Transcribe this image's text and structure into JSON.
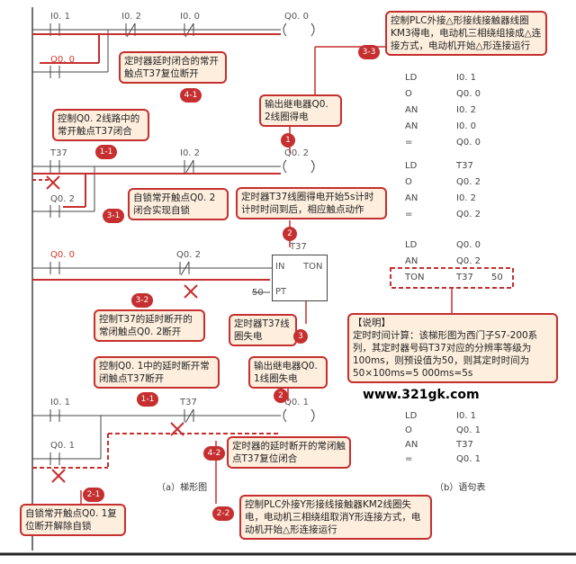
{
  "rung1": {
    "contact1": "I0. 1",
    "contact2": "I0. 2",
    "contact3": "I0. 0",
    "coil": "Q0. 0",
    "parallel": "Q0. 0"
  },
  "rung2": {
    "contact1": "T37",
    "contact2": "I0. 2",
    "coil": "Q0. 2",
    "parallel": "Q0. 2"
  },
  "rung3": {
    "contact1": "Q0. 0",
    "contact2": "Q0. 2",
    "timer": "T37",
    "timer_in": "IN",
    "timer_ton": "TON",
    "timer_pt": "PT",
    "preset": "50-"
  },
  "rung4": {
    "contact1": "I0. 1",
    "contact2": "T37",
    "coil": "Q0. 1",
    "parallel": "Q0. 1"
  },
  "stl": {
    "block1": [
      [
        "LD",
        "I0. 1"
      ],
      [
        "O",
        "Q0. 0"
      ],
      [
        "AN",
        "I0. 2"
      ],
      [
        "AN",
        "I0. 0"
      ],
      [
        "=",
        "Q0. 0"
      ]
    ],
    "block2": [
      [
        "LD",
        "T37"
      ],
      [
        "O",
        "Q0. 2"
      ],
      [
        "AN",
        "I0. 2"
      ],
      [
        "=",
        "Q0. 2"
      ]
    ],
    "block3": [
      [
        "LD",
        "Q0. 0"
      ],
      [
        "AN",
        "Q0. 2"
      ],
      [
        "TON",
        "T37",
        "50"
      ]
    ],
    "block4": [
      [
        "LD",
        "I0. 1"
      ],
      [
        "O",
        "Q0. 1"
      ],
      [
        "AN",
        "T37"
      ],
      [
        "=",
        "Q0. 1"
      ]
    ]
  },
  "notes": {
    "n1": "控制PLC外接△形接线接触器线圈KM3得电，电动机三相绕组接成△连接方式，电动机开始△形连接运行",
    "n2": "定时器延时闭合的常开触点T37复位断开",
    "n3": "输出继电器Q0. 2线圈得电",
    "n4": "控制Q0. 2线路中的常开触点T37闭合",
    "n5": "自锁常开触点Q0. 2闭合实现自锁",
    "n6": "定时器T37线圈得电开始5s计时计时时间到后，相应触点动作",
    "n7": "控制T37的延时断开的常闭触点Q0. 2断开",
    "n8": "定时器T37线圈失电",
    "n9": "控制Q0. 1中的延时断开常闭触点T37断开",
    "n10": "输出继电器Q0. 1线圈失电",
    "n11": "定时器的延时断开的常闭触点T37复位闭合",
    "n12": "自锁常开触点Q0. 1复位断开解除自锁",
    "n13": "控制PLC外接Y形接线接触器KM2线圈失电，电动机三相绕组取消Y形连接方式，电动机开始△形连接运行",
    "explain_title": "【说明】",
    "explain": "定时时间计算：该梯形图为西门子S7-200系列，其定时器号码T37对应的分辨率等级为100ms，则预设值为50，则其定时时间为50×100ms=5 000ms=5s"
  },
  "badges": {
    "b33": "3-3",
    "b41": "4-1",
    "b1": "1",
    "b11": "1-1",
    "b31": "3-1",
    "b2": "2",
    "b32": "3-2",
    "b3": "3",
    "b11b": "1-1",
    "b22": "2",
    "b42": "4-2",
    "b21": "2-1",
    "b22b": "2-2"
  },
  "captions": {
    "a": "（a）梯形图",
    "b": "（b）语句表"
  },
  "watermark": "www.321gk.com",
  "colors": {
    "accent": "#c62f2f",
    "note_bg": "#fdeedd",
    "line": "#444444"
  }
}
